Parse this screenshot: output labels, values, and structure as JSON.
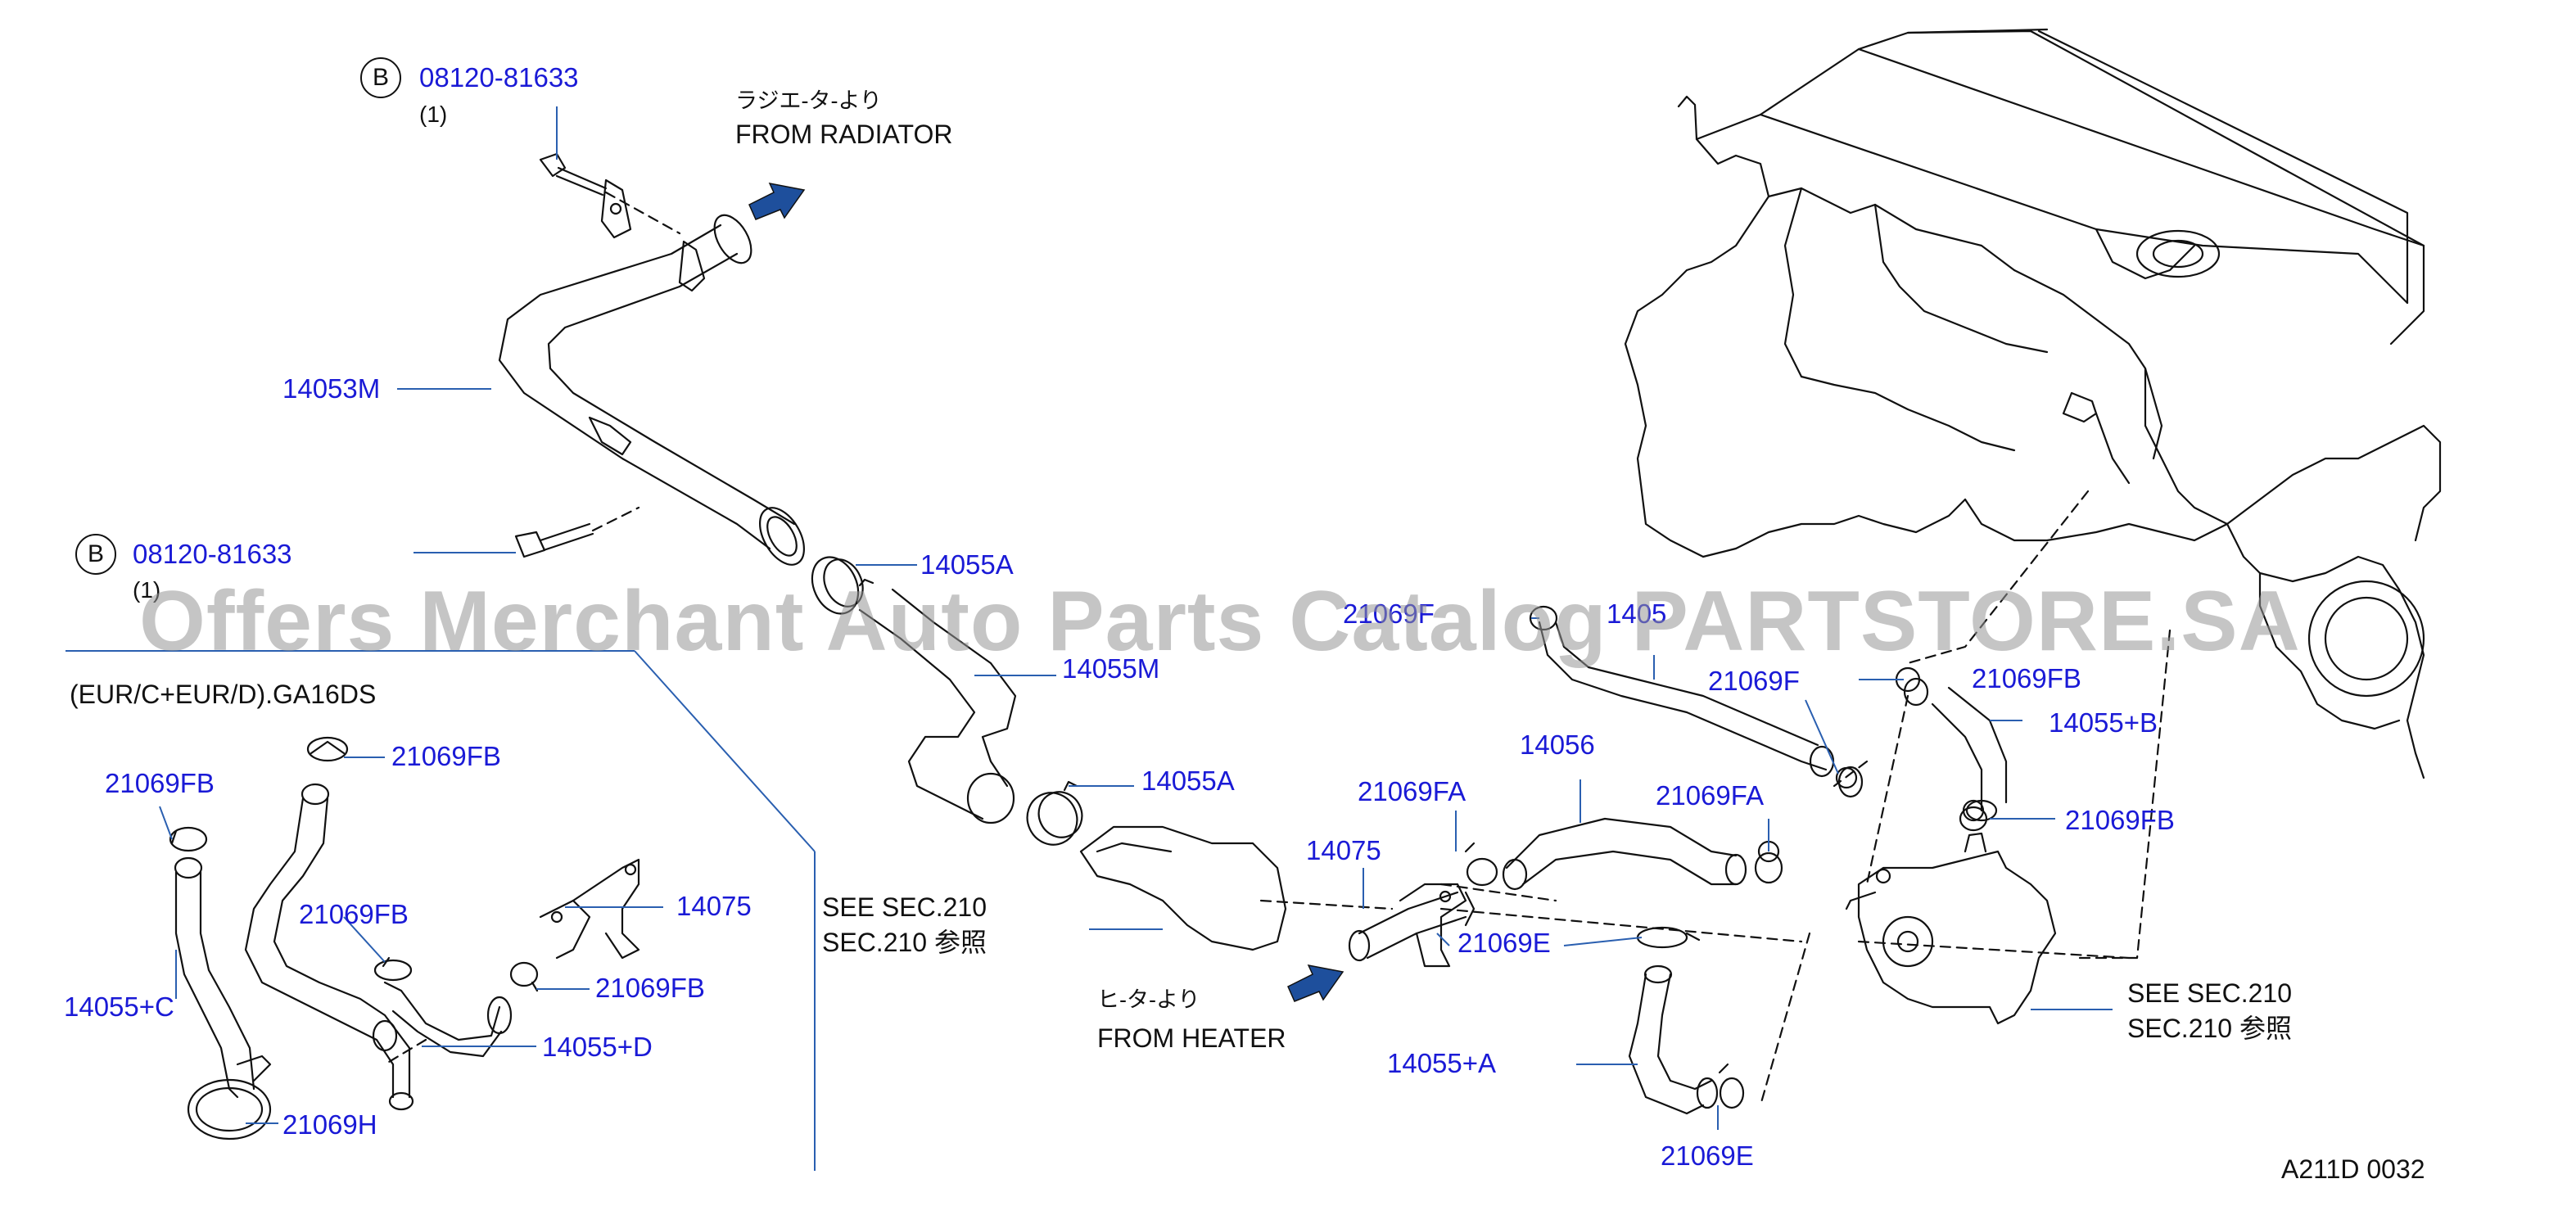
{
  "labels": {
    "b_top_code": "08120-81633",
    "b_top_qty": "(1)",
    "b_mid_code": "08120-81633",
    "b_mid_qty": "(1)",
    "b_letter": "B",
    "from_radiator_jp": "ラジエ-タ-より",
    "from_radiator_en": "FROM   RADIATOR",
    "from_heater_jp": "ヒ-タ-より",
    "from_heater_en": "FROM   HEATER",
    "p14053M": "14053M",
    "p14055A_1": "14055A",
    "p14055M": "14055M",
    "p14055A_2": "14055A",
    "p21069F_top": "21069F",
    "p1405x": "1405",
    "p21069F": "21069F",
    "p21069FB_r1": "21069FB",
    "p14055B": "14055+B",
    "p14056": "14056",
    "p21069FA_1": "21069FA",
    "p21069FA_2": "21069FA",
    "p21069FB_r2": "21069FB",
    "p14075_mid": "14075",
    "p21069E_1": "21069E",
    "p14055A_plus": "14055+A",
    "p21069E_2": "21069E",
    "see_sec_1a": "SEE   SEC.210",
    "see_sec_1b": "SEC.210      参照",
    "see_sec_2a": "SEE   SEC.210",
    "see_sec_2b": "SEC.210      参照",
    "variant": "(EUR/C+EUR/D).GA16DS",
    "i21069FB_1": "21069FB",
    "i21069FB_2": "21069FB",
    "i21069FB_3": "21069FB",
    "i14075": "14075",
    "i21069FB_4": "21069FB",
    "i14055C": "14055+C",
    "i14055D": "14055+D",
    "i21069H": "21069H",
    "diagram_code": "A211D   0032",
    "watermark": "Offers Merchant Auto Parts Catalog PARTSTORE.SA"
  },
  "colors": {
    "part_number": "#1a1ad6",
    "leader_line": "#2a5fb0",
    "arrow": "#1e4f9c",
    "drawing": "#111111"
  }
}
